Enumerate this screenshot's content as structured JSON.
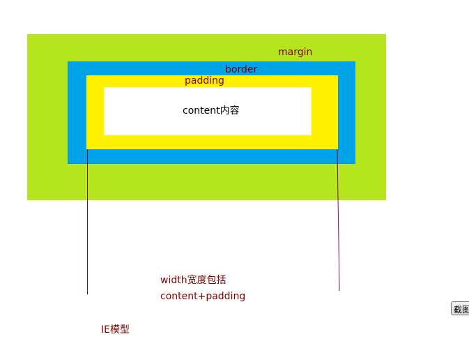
{
  "labels": {
    "margin": "margin",
    "border": "border",
    "padding": "padding",
    "content": "content内容",
    "width_line1": "width宽度包括",
    "width_line2": "content+padding",
    "model": "IE模型"
  },
  "button": {
    "screenshot": "截图"
  },
  "colors": {
    "margin": "#b5e61d",
    "border": "#00a2e8",
    "padding": "#fff200",
    "content": "#ffffff",
    "text": "#7f0000"
  }
}
